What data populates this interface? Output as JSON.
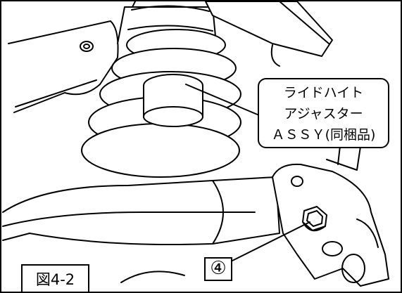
{
  "callout": {
    "line1": "ライドハイト",
    "line2": "アジャスター",
    "line3": "ＡＳＳＹ(同梱品)"
  },
  "marker": "④",
  "figure_label": "図4-2"
}
